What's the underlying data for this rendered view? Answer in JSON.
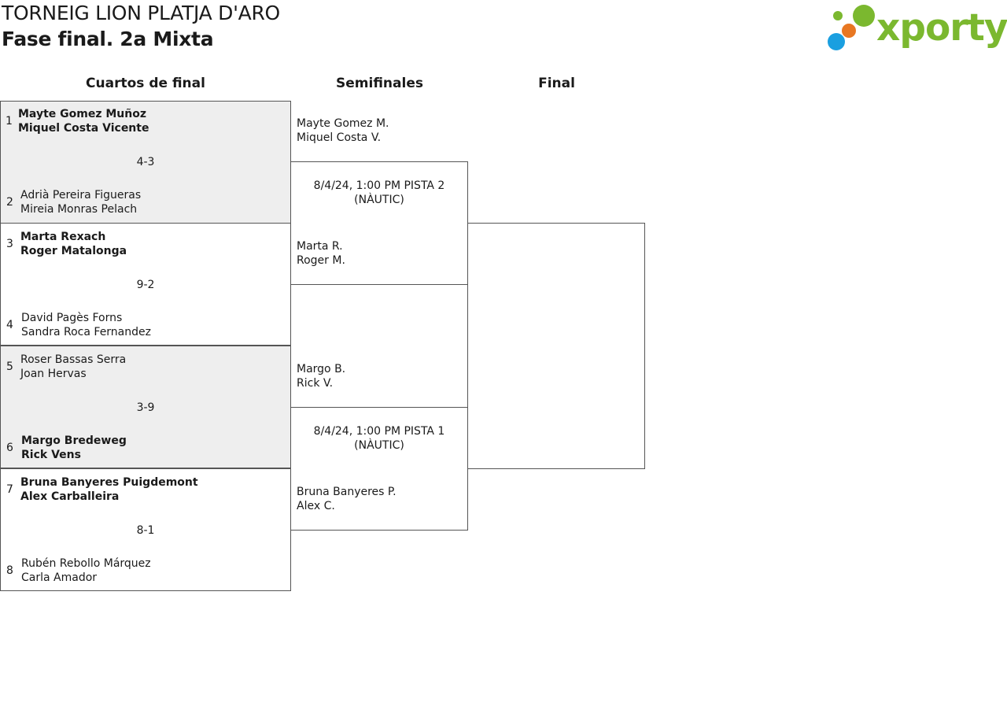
{
  "header": {
    "title": "TORNEIG LION PLATJA D'ARO",
    "subtitle": "Fase final. 2a Mixta",
    "logo_text": "xporty",
    "logo_colors": {
      "text": "#7bb82f",
      "blue": "#1a9fe0",
      "orange": "#e87722",
      "green": "#7bb82f"
    }
  },
  "columns": {
    "quarterfinals": "Cuartos de final",
    "semifinals": "Semifinales",
    "final": "Final"
  },
  "quarterfinals": [
    {
      "score": "4-3",
      "top": {
        "seed": "1",
        "player1": "Mayte Gomez Muñoz",
        "player2": "Miquel Costa Vicente"
      },
      "bottom": {
        "seed": "2",
        "player1": "Adrià Pereira Figueras",
        "player2": "Mireia Monras Pelach"
      }
    },
    {
      "score": "9-2",
      "top": {
        "seed": "3",
        "player1": "Marta Rexach",
        "player2": "Roger Matalonga"
      },
      "bottom": {
        "seed": "4",
        "player1": "David Pagès Forns",
        "player2": "Sandra Roca Fernandez"
      }
    },
    {
      "score": "3-9",
      "top": {
        "seed": "5",
        "player1": "Roser Bassas Serra",
        "player2": "Joan Hervas"
      },
      "bottom": {
        "seed": "6",
        "player1": "Margo Bredeweg",
        "player2": "Rick Vens"
      }
    },
    {
      "score": "8-1",
      "top": {
        "seed": "7",
        "player1": "Bruna Banyeres Puigdemont",
        "player2": "Alex Carballeira"
      },
      "bottom": {
        "seed": "8",
        "player1": "Rubén Rebollo Márquez",
        "player2": "Carla Amador"
      }
    }
  ],
  "semifinals": [
    {
      "top": {
        "player1": "Mayte Gomez M.",
        "player2": "Miquel Costa V."
      },
      "schedule_line1": "8/4/24, 1:00 PM PISTA 2",
      "schedule_line2": "(NÀUTIC)",
      "bottom": {
        "player1": "Marta R.",
        "player2": "Roger M."
      }
    },
    {
      "top": {
        "player1": "Margo B.",
        "player2": "Rick V."
      },
      "schedule_line1": "8/4/24, 1:00 PM PISTA 1",
      "schedule_line2": "(NÀUTIC)",
      "bottom": {
        "player1": "Bruna Banyeres P.",
        "player2": "Alex C."
      }
    }
  ]
}
